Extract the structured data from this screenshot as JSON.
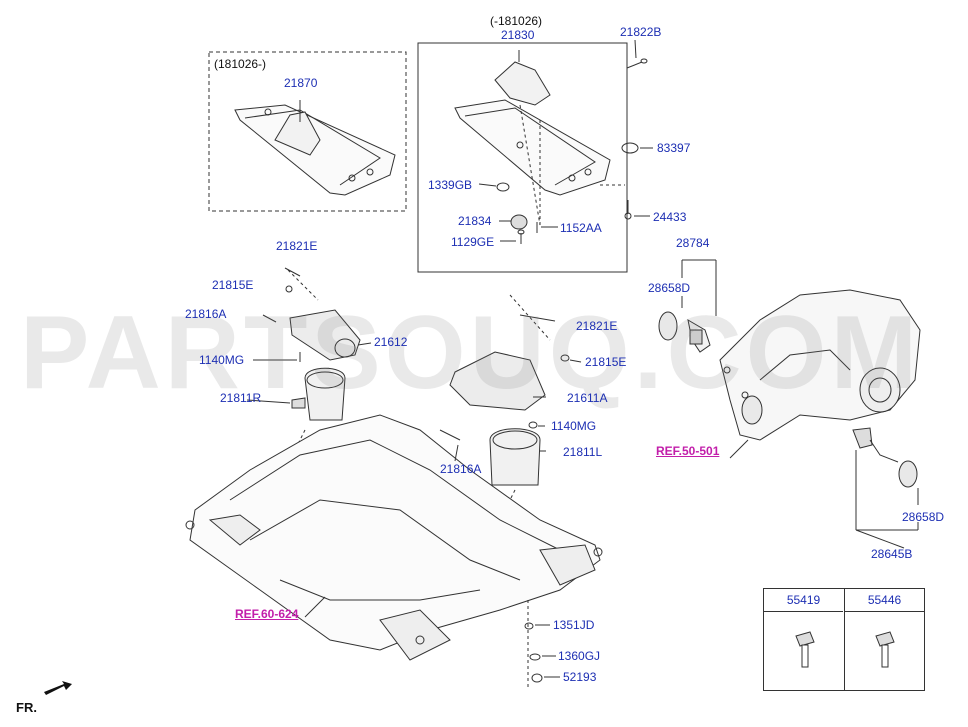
{
  "watermark": "PARTSOUQ.COM",
  "colors": {
    "part_number": "#1d2fb3",
    "reference": "#c21eaa",
    "line": "#333333"
  },
  "front_indicator": {
    "label": "FR.",
    "icon": "arrow-icon"
  },
  "groups": {
    "left_variant": {
      "label": "(181026-)",
      "part": "21870"
    },
    "right_variant": {
      "label": "(-181026)",
      "part": "21830"
    }
  },
  "labels": {
    "p21822B": "21822B",
    "p83397": "83397",
    "p24433": "24433",
    "p1339GB": "1339GB",
    "p21834": "21834",
    "p1152AA": "1152AA",
    "p1129GE": "1129GE",
    "p28784": "28784",
    "p28658D_top": "28658D",
    "p21821E_left": "21821E",
    "p21815E_left": "21815E",
    "p21816A_left": "21816A",
    "p21612": "21612",
    "p1140MG_left": "1140MG",
    "p21811R": "21811R",
    "p21821E_right": "21821E",
    "p21815E_right": "21815E",
    "p21611A": "21611A",
    "p1140MG_right": "1140MG",
    "p21811L": "21811L",
    "p21816A_right": "21816A",
    "p28658D_bottom": "28658D",
    "p28645B": "28645B",
    "p1351JD": "1351JD",
    "p1360GJ": "1360GJ",
    "p52193": "52193"
  },
  "references": {
    "ref50": "REF.50-501",
    "ref60": "REF.60-624"
  },
  "bolt_table": {
    "columns": [
      "55419",
      "55446"
    ]
  }
}
